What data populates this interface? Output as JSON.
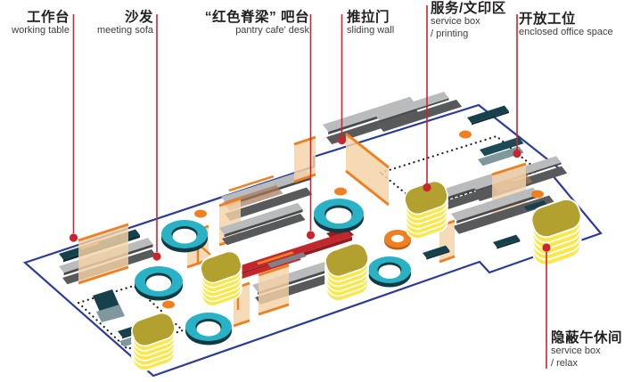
{
  "diagram": {
    "type": "isometric-office-floor-plan",
    "labels": [
      {
        "id": "working-table",
        "zh": "工作台",
        "en": "working table"
      },
      {
        "id": "meeting-sofa",
        "zh": "沙发",
        "en": "meeting sofa"
      },
      {
        "id": "pantry-cafe-desk",
        "zh": "“红色脊梁” 吧台",
        "en": "pantry cafe' desk"
      },
      {
        "id": "sliding-wall",
        "zh": "推拉门",
        "en": "sliding wall"
      },
      {
        "id": "service-box-printing",
        "zh": "服务/文印区",
        "en": "service box",
        "en2": "/ printing"
      },
      {
        "id": "enclosed-office-space",
        "zh": "开放工位",
        "en": "enclosed office space"
      },
      {
        "id": "service-box-relax",
        "zh": "隐蔽午休间",
        "en": "service box",
        "en2": "/ relax"
      }
    ]
  },
  "colors": {
    "outline_blue": "#2a3b9c",
    "leader_red": "#c9252f",
    "accent_red": "#c1272d",
    "red_dark": "#931c20",
    "teal": "#29b2c6",
    "teal_dark": "#0e3a43",
    "yellow": "#f9e847",
    "olive": "#b2a12f",
    "orange": "#ef8022",
    "peach": "#f5d3a8",
    "gray_light": "#b9bbbc",
    "gray_mid": "#808285",
    "gray_dark": "#58595b",
    "gray_side": "#4a4a4d",
    "navy": "#17404d",
    "navy2": "#1c4a57",
    "navy_side": "#0c2d36",
    "slate": "#7f989e",
    "brown": "#a9785a",
    "dot_black": "#231f20"
  }
}
